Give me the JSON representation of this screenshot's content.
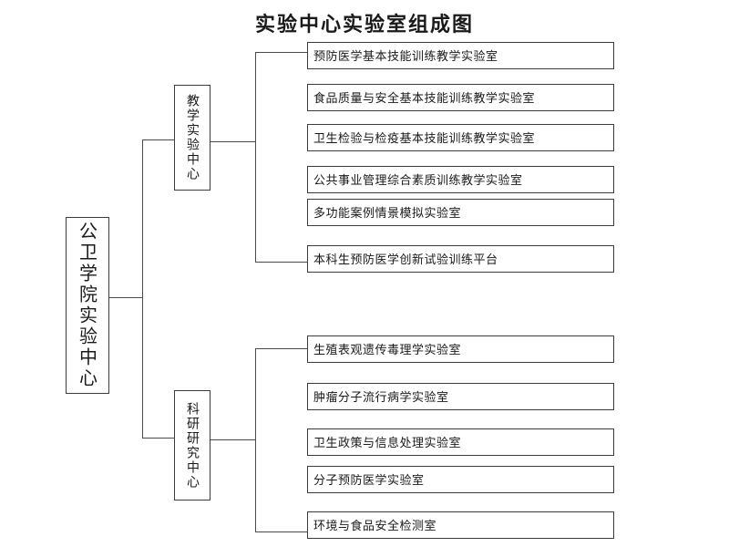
{
  "title": "实验中心实验室组成图",
  "root": {
    "label": "公卫学院实验中心"
  },
  "branches": [
    {
      "label": "教学实验中心",
      "children": [
        "预防医学基本技能训练教学实验室",
        "食品质量与安全基本技能训练教学实验室",
        "卫生检验与检疫基本技能训练教学实验室",
        "公共事业管理综合素质训练教学实验室",
        "多功能案例情景模拟实验室",
        "本科生预防医学创新试验训练平台"
      ]
    },
    {
      "label": "科研研究中心",
      "children": [
        "生殖表观遗传毒理学实验室",
        "肿瘤分子流行病学实验室",
        "卫生政策与信息处理实验室",
        "分子预防医学实验室",
        "环境与食品安全检测室"
      ]
    }
  ],
  "colors": {
    "background": "#ffffff",
    "box_border": "#3c3c3c",
    "connector_line": "#4a4a4a",
    "text": "#1a1a1a"
  }
}
